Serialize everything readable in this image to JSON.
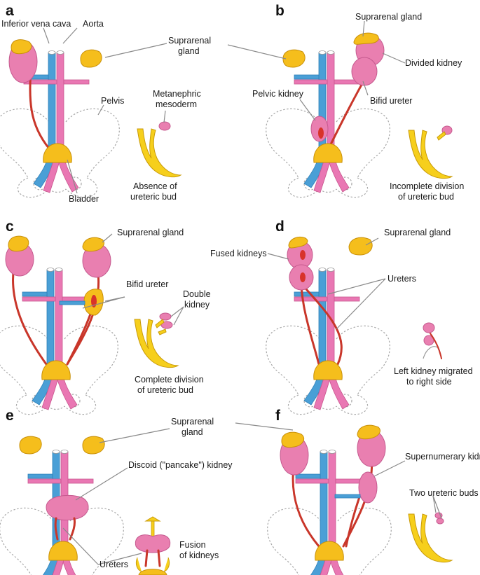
{
  "panels": {
    "a": {
      "letter": "a",
      "ivc": "Inferior vena cava",
      "aorta": "Aorta",
      "suprarenal_1": "Suprarenal",
      "suprarenal_2": "gland",
      "pelvis": "Pelvis",
      "meta_1": "Metanephric",
      "meta_2": "mesoderm",
      "bladder": "Bladder",
      "caption_1": "Absence of",
      "caption_2": "ureteric bud"
    },
    "b": {
      "letter": "b",
      "suprarenal": "Suprarenal gland",
      "divided": "Divided kidney",
      "pelvic": "Pelvic kidney",
      "bifid": "Bifid ureter",
      "caption_1": "Incomplete division",
      "caption_2": "of ureteric bud"
    },
    "c": {
      "letter": "c",
      "suprarenal": "Suprarenal gland",
      "bifid": "Bifid ureter",
      "double_1": "Double",
      "double_2": "kidney",
      "caption_1": "Complete division",
      "caption_2": "of ureteric bud"
    },
    "d": {
      "letter": "d",
      "suprarenal": "Suprarenal gland",
      "fused": "Fused kidneys",
      "ureters": "Ureters",
      "caption_1": "Left kidney migrated",
      "caption_2": "to right side"
    },
    "e": {
      "letter": "e",
      "suprarenal_1": "Suprarenal",
      "suprarenal_2": "gland",
      "discoid": "Discoid (\"pancake\") kidney",
      "fusion_1": "Fusion",
      "fusion_2": "of kidneys",
      "ureters": "Ureters"
    },
    "f": {
      "letter": "f",
      "supernumerary": "Supernumerary kidney",
      "two_buds": "Two ureteric buds"
    }
  },
  "colors": {
    "ivc": "#4a9fd6",
    "aorta": "#e977b3",
    "kidney": "#e97fb0",
    "suprarenal": "#f5be1c",
    "ureter": "#c9362a",
    "ureteric_bud": "#f6cf1c"
  }
}
